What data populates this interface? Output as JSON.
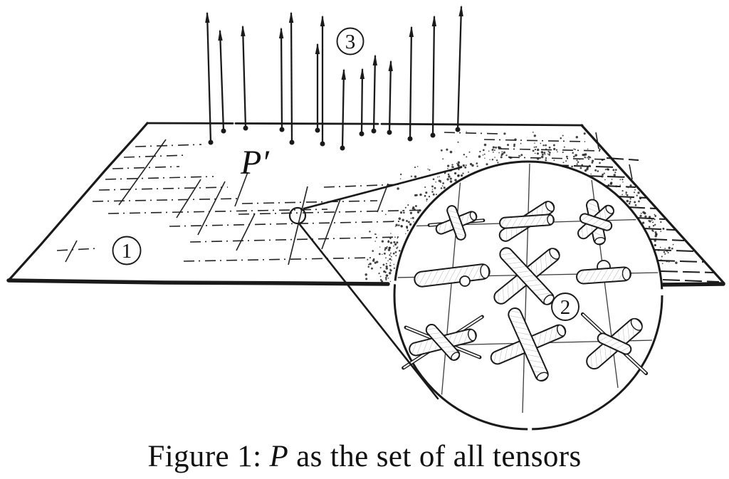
{
  "figure_labels": {
    "region_plane": "1",
    "region_tensors": "2",
    "region_vectors": "3",
    "plane_symbol": "P′"
  },
  "caption": {
    "prefix": "Figure 1:",
    "symbol": "P",
    "suffix": "as the set of all tensors"
  },
  "colors": {
    "ink": "#1a1a1a",
    "paper": "#ffffff"
  }
}
